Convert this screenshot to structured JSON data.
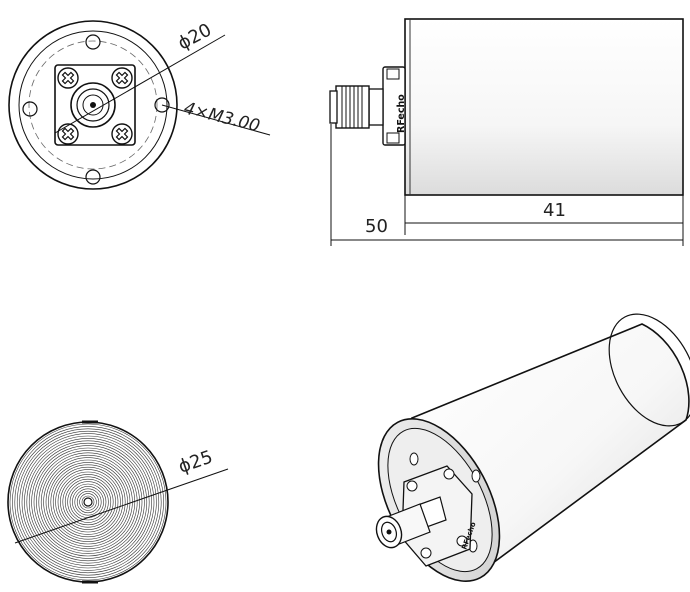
{
  "dimensions": {
    "front_diameter": "ϕ20",
    "mount_holes": "4×M3.00",
    "overall_length": "50",
    "body_length": "41",
    "back_diameter": "ϕ25"
  },
  "brand_label": "RFecho",
  "icons": [
    "front-view",
    "side-view",
    "back-view",
    "isometric-view",
    "sma-connector"
  ]
}
